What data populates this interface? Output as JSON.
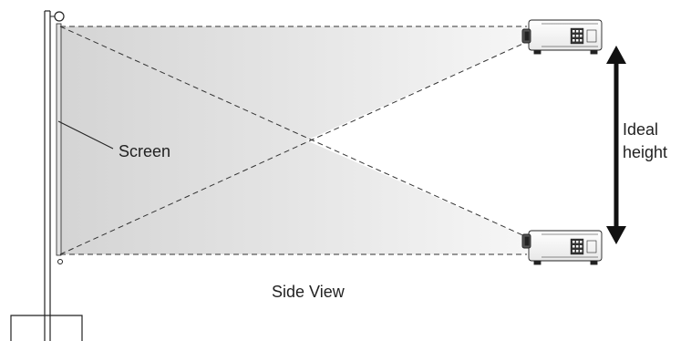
{
  "labels": {
    "screen": "Screen",
    "side_view": "Side View",
    "ideal_height": [
      "Ideal",
      "height"
    ]
  },
  "colors": {
    "line": "#222222",
    "beam_dark": "#d4d4d4",
    "beam_light": "#f6f6f6",
    "screen_fill": "#e2e2e2"
  },
  "icons": {
    "projector_top": "projector-icon",
    "projector_bottom": "projector-icon",
    "arrow": "double-headed-vertical-arrow"
  }
}
